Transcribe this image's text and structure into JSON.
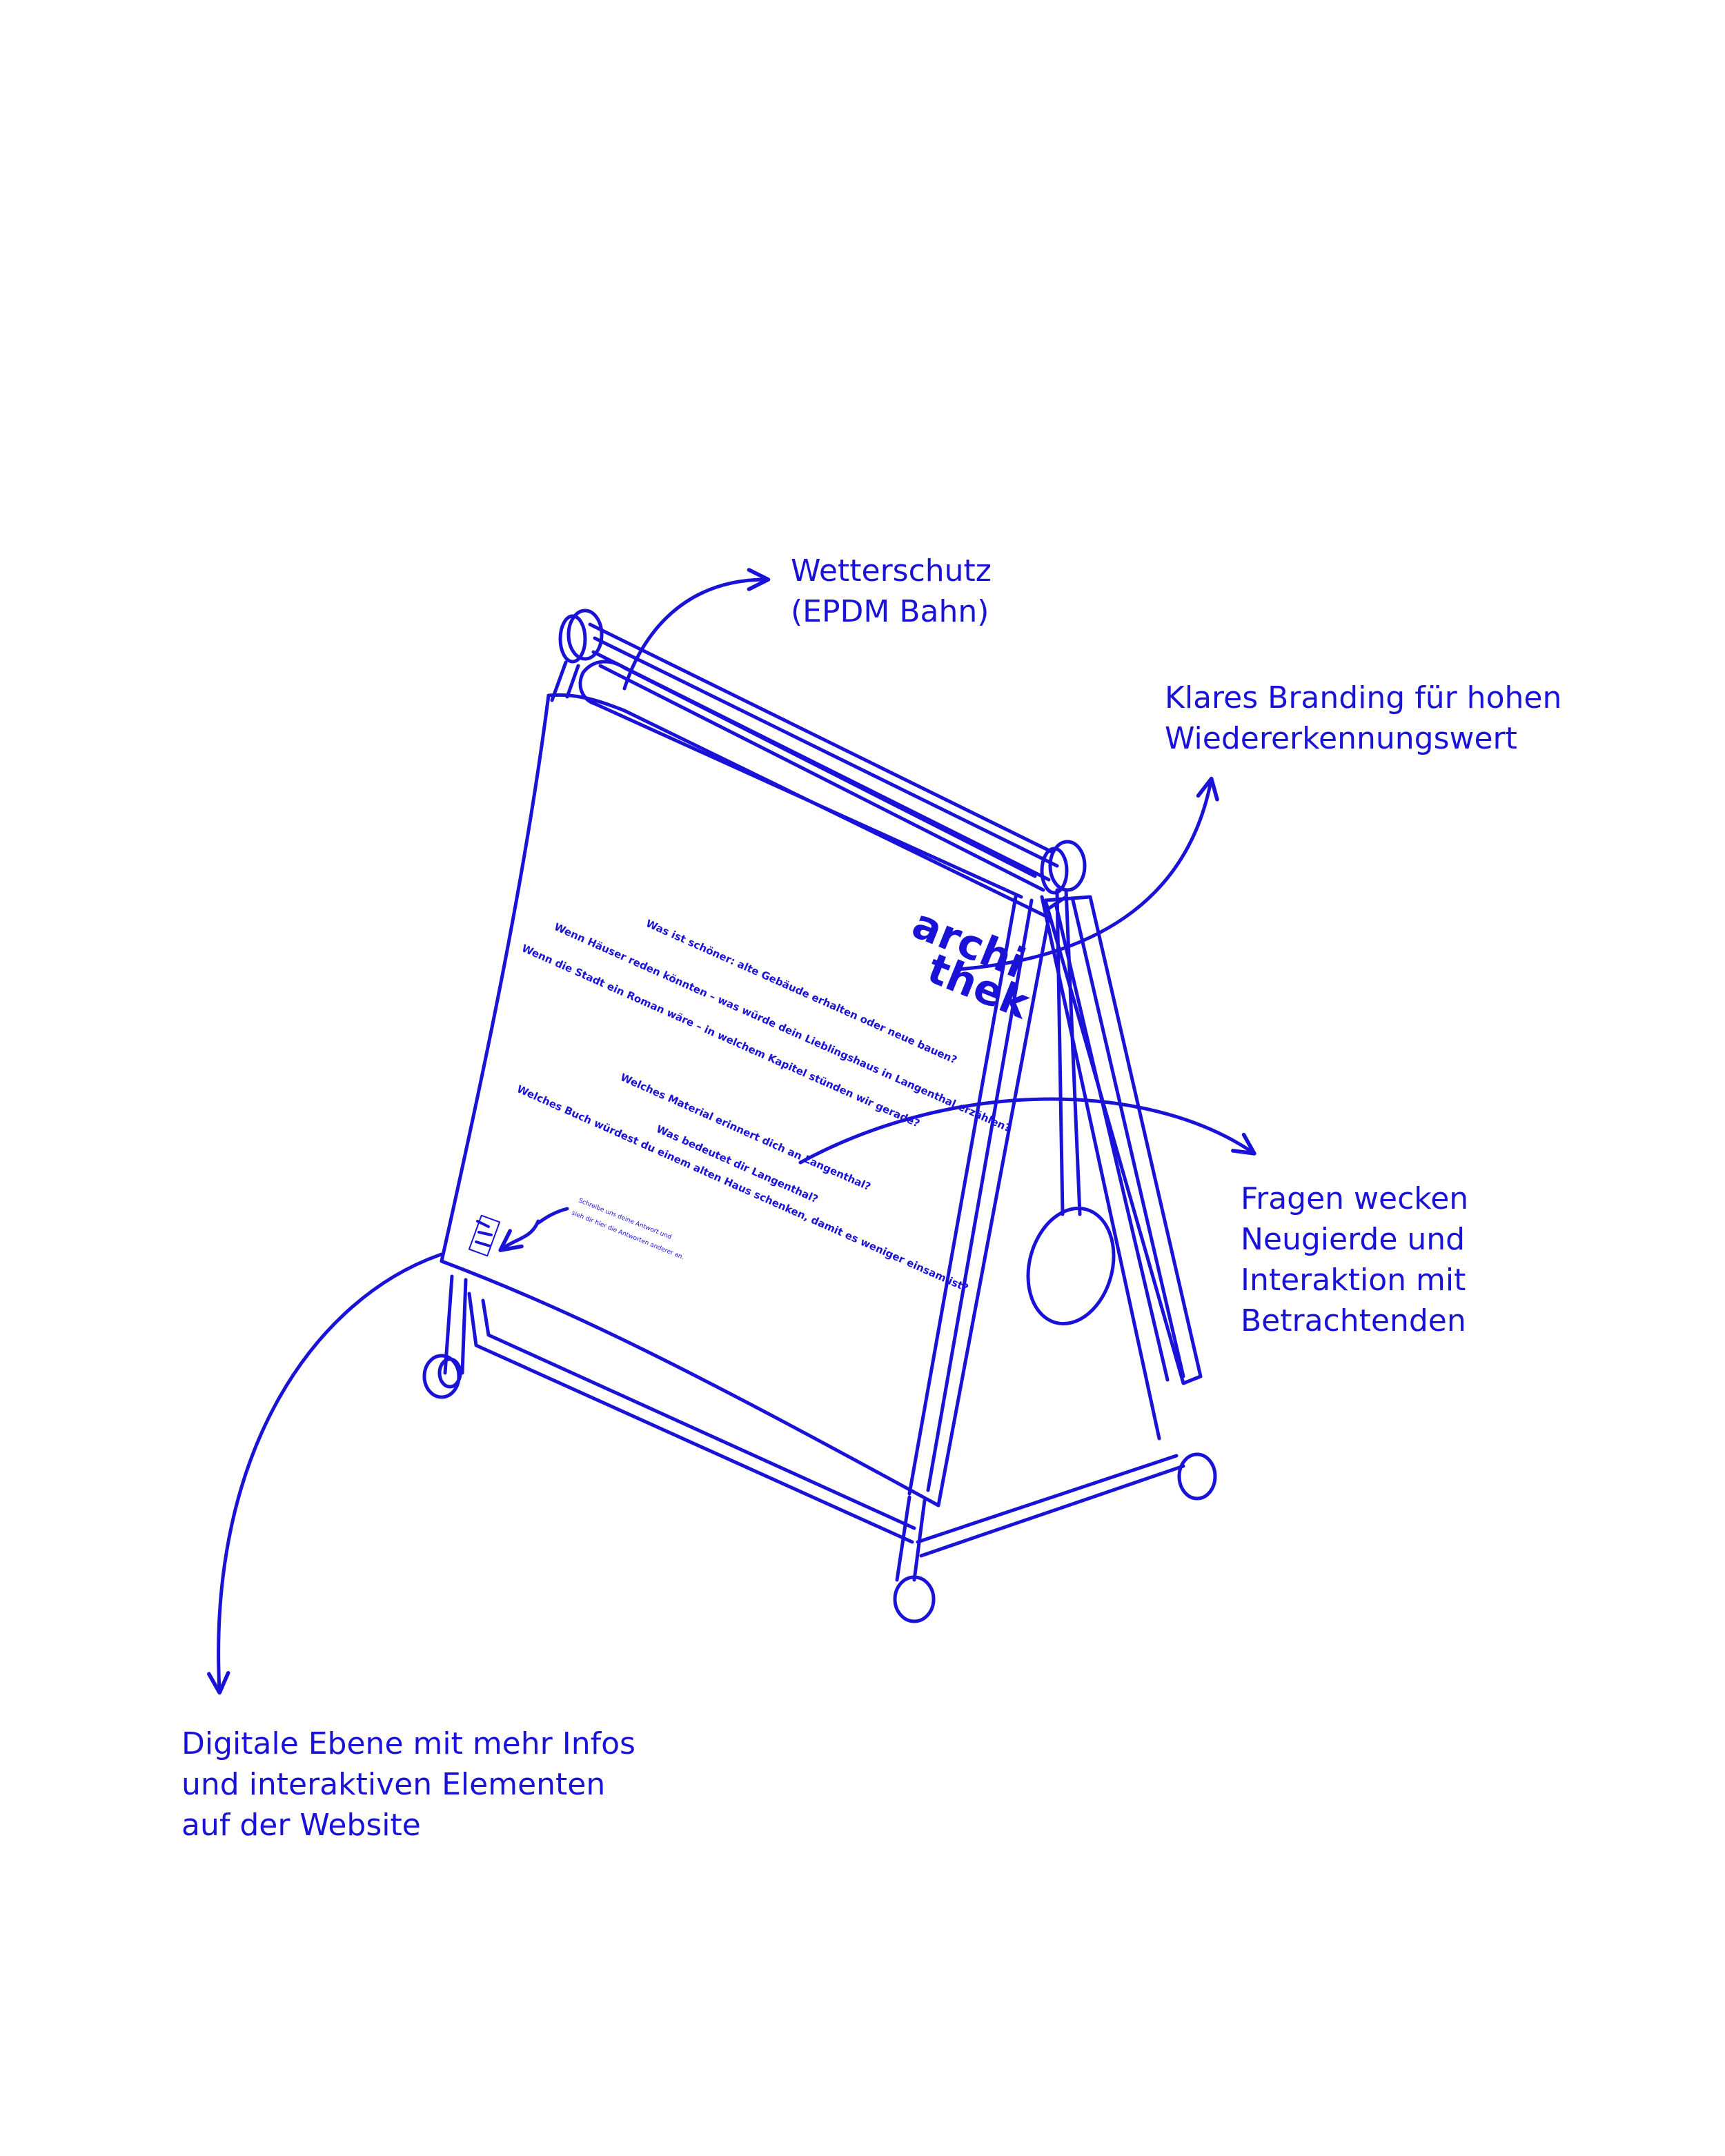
{
  "colors": {
    "ink": "#1a12d6",
    "background": "#ffffff"
  },
  "annotations": {
    "weather_protection": {
      "line1": "Wetterschutz",
      "line2": "(EPDM Bahn)"
    },
    "branding": {
      "line1": "Klares Branding für hohen",
      "line2": "Wiedererkennungswert"
    },
    "questions": {
      "line1": "Fragen wecken",
      "line2": "Neugierde und",
      "line3": "Interaktion mit",
      "line4": "Betrachtenden"
    },
    "digital": {
      "line1": "Digitale Ebene mit mehr Infos",
      "line2": "und interaktiven Elementen",
      "line3": "auf der Website"
    }
  },
  "board": {
    "logo": {
      "line1": "archi",
      "line2": "thek"
    },
    "questions": [
      "Was ist schöner: alte Gebäude erhalten oder neue bauen?",
      "Wenn Häuser reden könnten – was würde dein Lieblingshaus in Langenthal erzählen?",
      "Wenn die Stadt ein Roman wäre – in welchem Kapitel stünden wir gerade?",
      "Welches Material erinnert dich an Langenthal?",
      "Was bedeutet dir Langenthal?",
      "Welches Buch würdest du einem alten Haus schenken, damit es weniger einsam ist?"
    ],
    "qr_note": {
      "line1": "Schreibe uns deine Antwort und",
      "line2": "sieh dir hier die Antworten anderer an."
    }
  }
}
